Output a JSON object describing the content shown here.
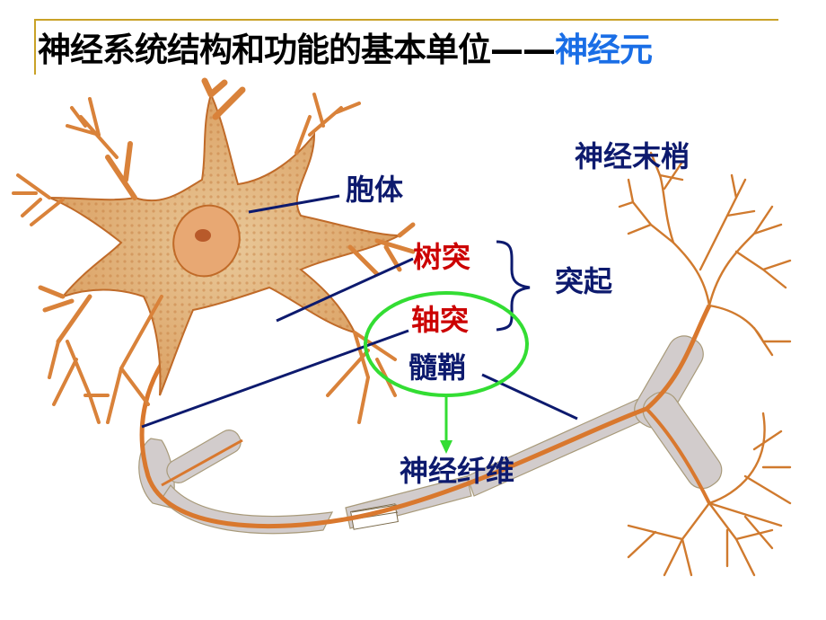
{
  "slide": {
    "title_main": "神经系统结构和功能的基本单位——",
    "title_accent": "神经元",
    "colors": {
      "title_border": "#c9a227",
      "title_text": "#000000",
      "title_accent": "#1a6ee6",
      "label_navy": "#0d1a6e",
      "label_red": "#cc0000",
      "highlight_ellipse": "#33dd33",
      "neuron_orange": "#d9823a",
      "myelin_gray": "#cfc8c8"
    }
  },
  "labels": {
    "cell_body": "胞体",
    "dendrite": "树突",
    "axon": "轴突",
    "processes": "突起",
    "myelin_sheath": "髓鞘",
    "nerve_fiber": "神经纤维",
    "nerve_ending": "神经末梢"
  }
}
